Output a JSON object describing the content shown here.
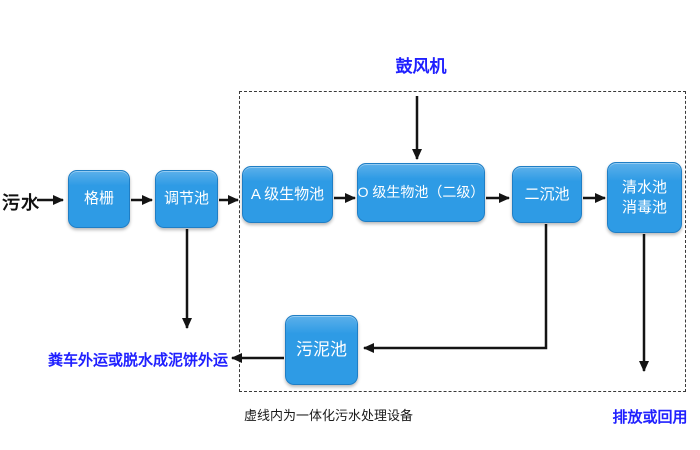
{
  "diagram": {
    "type": "flowchart",
    "subject": "integrated-sewage-treatment-process"
  },
  "nodes": {
    "wastewater": {
      "label": "污水"
    },
    "grid": {
      "label": "格栅"
    },
    "regulating_tank": {
      "label": "调节池"
    },
    "a_bio_tank": {
      "label": "A 级生物池"
    },
    "o_bio_tank": {
      "label": "O 级生物池（二级）"
    },
    "secondary_sedimentation_tank": {
      "label": "二沉池"
    },
    "clear_water_tank": {
      "line1": "清水池",
      "line2": "消毒池"
    },
    "sludge_tank": {
      "label": "污泥池"
    },
    "blower": {
      "label": "鼓风机"
    }
  },
  "annotations": {
    "sludge_disposal": "粪车外运或脱水成泥饼外运",
    "discharge": "排放或回用",
    "dashed_box_caption": "虚线内为一体化污水处理设备"
  },
  "flow": [
    "污水 → 格栅 → 调节池 → A 级生物池 → O 级生物池（二级） → 二沉池 → 清水池/消毒池 → 排放或回用",
    "鼓风机 → O 级生物池（二级）",
    "调节池 → 粪车外运或脱水成泥饼外运",
    "二沉池 → 污泥池 → 粪车外运或脱水成泥饼外运"
  ],
  "colors": {
    "node_fill": "#2e9be5",
    "node_border": "#1f7ec5",
    "node_text": "#ffffff",
    "accent_text_blue": "#2020ff",
    "arrow": "#141414",
    "dashed_border": "#3a3a3a",
    "background": "#ffffff"
  }
}
